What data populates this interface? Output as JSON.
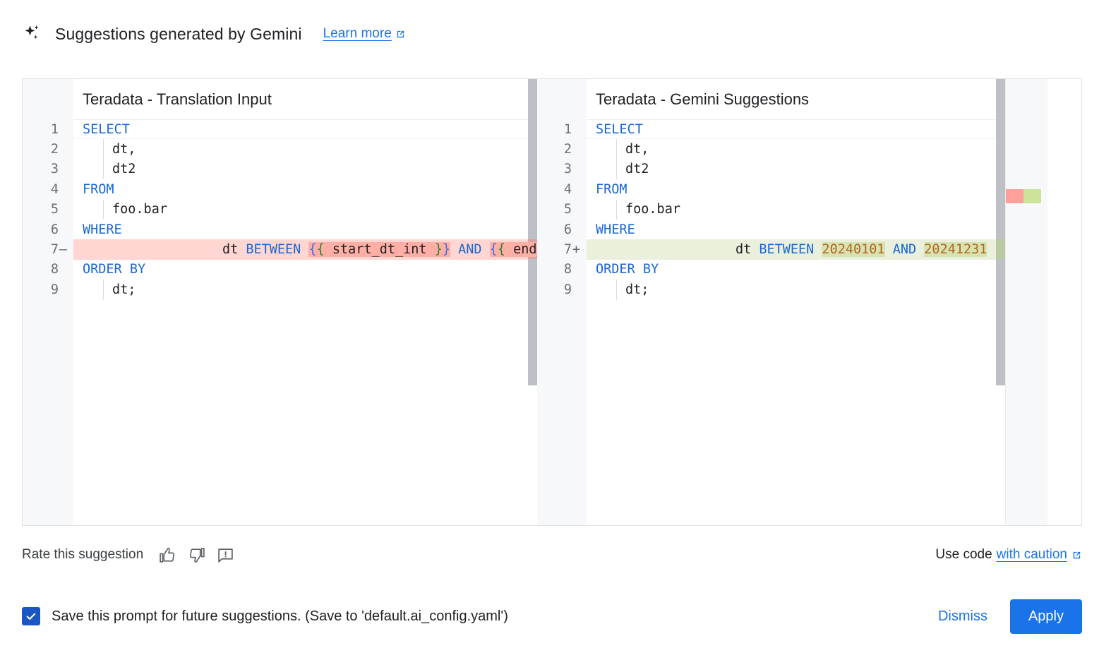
{
  "header": {
    "sparkle_icon": "sparkle-icon",
    "title": "Suggestions generated by Gemini",
    "learn_more": "Learn more",
    "learn_more_icon": "external-link-icon"
  },
  "diff": {
    "left": {
      "title": "Teradata - Translation Input",
      "lines": [
        {
          "num": "1",
          "sign": "",
          "type": "ctx"
        },
        {
          "num": "2",
          "sign": "",
          "type": "ctx"
        },
        {
          "num": "3",
          "sign": "",
          "type": "ctx"
        },
        {
          "num": "4",
          "sign": "",
          "type": "ctx"
        },
        {
          "num": "5",
          "sign": "",
          "type": "ctx"
        },
        {
          "num": "6",
          "sign": "",
          "type": "ctx"
        },
        {
          "num": "7",
          "sign": "—",
          "type": "del"
        },
        {
          "num": "8",
          "sign": "",
          "type": "ctx"
        },
        {
          "num": "9",
          "sign": "",
          "type": "ctx"
        }
      ],
      "code": {
        "l1": "SELECT",
        "l2": "dt,",
        "l3": "dt2",
        "l4": "FROM",
        "l5": "foo.bar",
        "l6": "WHERE",
        "l7_dt": "dt",
        "l7_between": "BETWEEN",
        "l7_var1": "{{ start_dt_int }}",
        "l7_var1_open": "{",
        "l7_var1_inner_open": "{",
        "l7_var1_name": " start_dt_int ",
        "l7_var1_inner_close": "}",
        "l7_var1_close": "}",
        "l7_and": "AND",
        "l7_var2_open": "{",
        "l7_var2_inner_open": "{",
        "l7_var2_name": " end_dt_int ",
        "l7_var2_inner_close": "}",
        "l7_var2_close": "}",
        "l8": "ORDER BY",
        "l9": "dt;"
      }
    },
    "right": {
      "title": "Teradata - Gemini Suggestions",
      "lines": [
        {
          "num": "1",
          "sign": "",
          "type": "ctx"
        },
        {
          "num": "2",
          "sign": "",
          "type": "ctx"
        },
        {
          "num": "3",
          "sign": "",
          "type": "ctx"
        },
        {
          "num": "4",
          "sign": "",
          "type": "ctx"
        },
        {
          "num": "5",
          "sign": "",
          "type": "ctx"
        },
        {
          "num": "6",
          "sign": "",
          "type": "ctx"
        },
        {
          "num": "7",
          "sign": "+",
          "type": "add"
        },
        {
          "num": "8",
          "sign": "",
          "type": "ctx"
        },
        {
          "num": "9",
          "sign": "",
          "type": "ctx"
        }
      ],
      "code": {
        "l1": "SELECT",
        "l2": "dt,",
        "l3": "dt2",
        "l4": "FROM",
        "l5": "foo.bar",
        "l6": "WHERE",
        "l7_dt": "dt",
        "l7_between": "BETWEEN",
        "l7_num1": "20240101",
        "l7_and": "AND",
        "l7_num2": "20241231",
        "l8": "ORDER BY",
        "l9": "dt;"
      }
    }
  },
  "rate": {
    "label": "Rate this suggestion",
    "thumb_up_icon": "thumb-up-icon",
    "thumb_down_icon": "thumb-down-icon",
    "report_icon": "report-feedback-icon",
    "use_code_prefix": "Use code",
    "caution_link": "with caution",
    "caution_icon": "external-link-icon"
  },
  "footer": {
    "checkbox_checked": true,
    "checkbox_label": "Save this prompt for future suggestions. (Save to 'default.ai_config.yaml')",
    "dismiss": "Dismiss",
    "apply": "Apply"
  },
  "colors": {
    "accent_blue": "#1a73e8",
    "link_blue": "#1a73e8",
    "keyword_blue": "#1967d2",
    "number_brown": "#b5651d",
    "diff_del_line": "#ffd6d1",
    "diff_del_word": "#ffafa5",
    "diff_add_line": "#eaf0dc",
    "diff_add_word": "#d6e4b4",
    "overview_del": "#ffa09a",
    "overview_add": "#cbe49a",
    "checkbox_blue": "#1a56c4"
  }
}
